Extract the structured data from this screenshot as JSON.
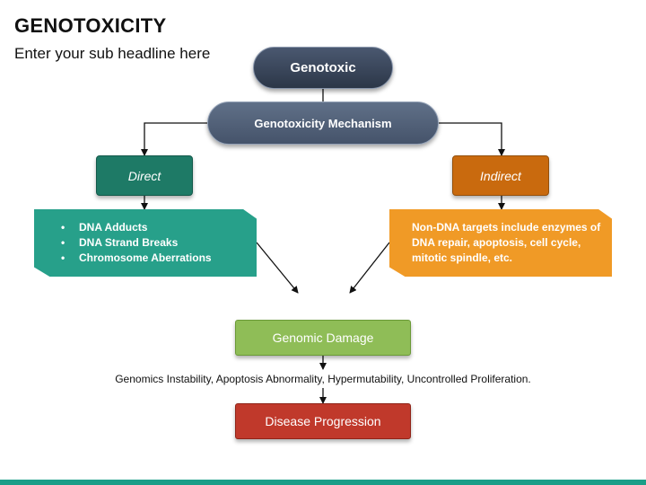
{
  "header": {
    "title": "GENOTOXICITY",
    "subtitle": "Enter your sub headline here"
  },
  "diagram": {
    "root": "Genotoxic",
    "mechanism": "Genotoxicity Mechanism",
    "direct": {
      "label": "Direct",
      "items": [
        "DNA Adducts",
        "DNA Strand Breaks",
        "Chromosome Aberrations"
      ]
    },
    "indirect": {
      "label": "Indirect",
      "text": "Non-DNA targets include enzymes of DNA repair, apoptosis, cell cycle, mitotic spindle, etc."
    },
    "genomic_damage": "Genomic Damage",
    "effects": "Genomics Instability, Apoptosis Abnormality, Hypermutability, Uncontrolled Proliferation.",
    "disease": "Disease Progression"
  },
  "colors": {
    "root": "#2c3748",
    "mechanism": "#52617a",
    "direct": "#1e7a66",
    "direct_note": "#27a08a",
    "indirect": "#c96a0e",
    "indirect_note": "#f09a26",
    "genomic_damage": "#8fbd57",
    "disease": "#c0392b",
    "bottom_bar": "#1a9e88"
  }
}
